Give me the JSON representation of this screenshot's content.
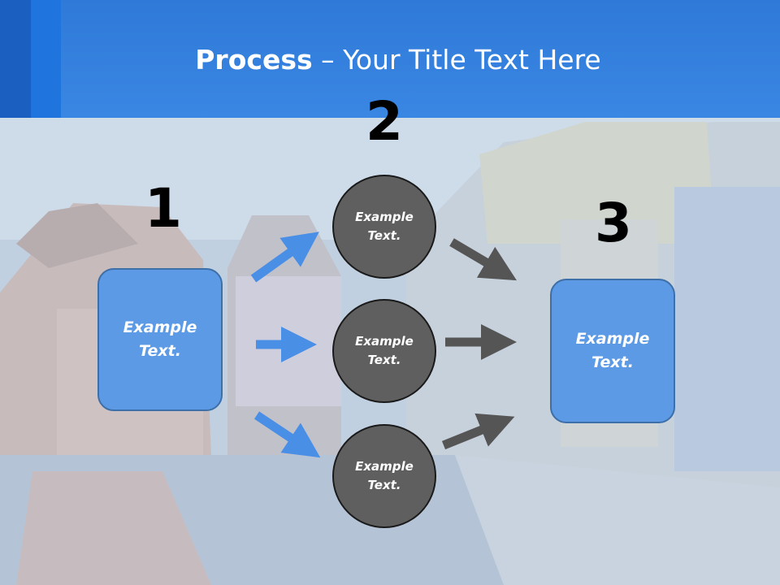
{
  "slide": {
    "title_bold": "Process",
    "title_rest": " – Your Title Text Here"
  },
  "steps": {
    "step1_number": "1",
    "step2_number": "2",
    "step3_number": "3"
  },
  "boxes": {
    "left_line1": "Example",
    "left_line2": "Text.",
    "right_line1": "Example",
    "right_line2": "Text."
  },
  "circles": [
    {
      "line1": "Example",
      "line2": "Text."
    },
    {
      "line1": "Example",
      "line2": "Text."
    },
    {
      "line1": "Example",
      "line2": "Text."
    }
  ],
  "colors": {
    "header": "#3a86e3",
    "box_fill": "#5c9ae6",
    "circle_fill": "#5f5f5f",
    "blue_arrow": "#4a8fe6",
    "gray_arrow": "#555555"
  }
}
